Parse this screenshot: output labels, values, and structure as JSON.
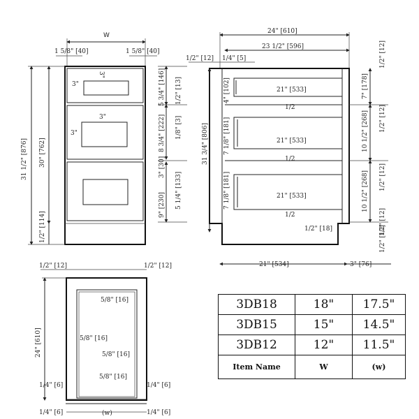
{
  "front_view": {
    "width_label": "W",
    "side_left": "1 5/8\" [40]",
    "side_right": "1 5/8\" [40]",
    "total_height": "31 1/2\" [876]",
    "carcass_height": "30\" [762]",
    "toe_kick": "1/2\" [114]",
    "drawer_reveals": [
      "3\"",
      "3\"",
      "3\"",
      "3\""
    ],
    "drawer1_right": [
      "5 3/4\" [146]",
      "1/2\" [13]"
    ],
    "drawer2_right": [
      "8 3/4\" [222]",
      "1/8\" [3]"
    ],
    "drawer3_right": [
      "9\" [230]",
      "5 1/4\" [133]",
      "3\" [30]"
    ]
  },
  "side_view": {
    "depth_overall": "24\" [610]",
    "depth_inner": "23 1/2\" [596]",
    "back_offset_a": "1/2\" [12]",
    "back_offset_b": "1/4\" [5]",
    "height_label": "31 3/4\" [806]",
    "shelf_labels": [
      "21\" [533]",
      "21\" [533]",
      "21\" [533]"
    ],
    "left_marks": [
      "4\" [102]",
      "7 1/8\" [181]",
      "7 1/8\" [181]"
    ],
    "half_marks": [
      "1/2",
      "1/2",
      "1/2"
    ],
    "right_top": "1/2\" [12]",
    "right_marks": [
      "7\" [178]",
      "1/2\" [12]",
      "10 1/2\" [268]",
      "1/2\" [12]",
      "10 1/2\" [268]",
      "1/2\" [12]",
      "1/2\" [12]"
    ],
    "base_label": "1/2\" [18]",
    "bottom_depth": "21\" [534]",
    "bottom_toe": "3\" [76]"
  },
  "top_view": {
    "left_top": "1/2\" [12]",
    "right_top": "1/2\" [12]",
    "depth": "24\" [610]",
    "inner_marks": [
      "5/8\" [16]",
      "5/8\" [16]",
      "5/8\" [16]",
      "5/8\" [16]"
    ],
    "left_bottom": "1/4\" [6]",
    "right_bottom": "1/4\" [6]",
    "corner_left": "1/4\" [6]",
    "corner_right": "1/4\" [6]",
    "inner_width": "(w)"
  },
  "spec_table": {
    "rows": [
      {
        "item": "3DB18",
        "w": "18\"",
        "inner": "17.5\""
      },
      {
        "item": "3DB15",
        "w": "15\"",
        "inner": "14.5\""
      },
      {
        "item": "3DB12",
        "w": "12\"",
        "inner": "11.5\""
      }
    ],
    "header": {
      "item": "Item Name",
      "w": "W",
      "inner": "(w)"
    }
  }
}
